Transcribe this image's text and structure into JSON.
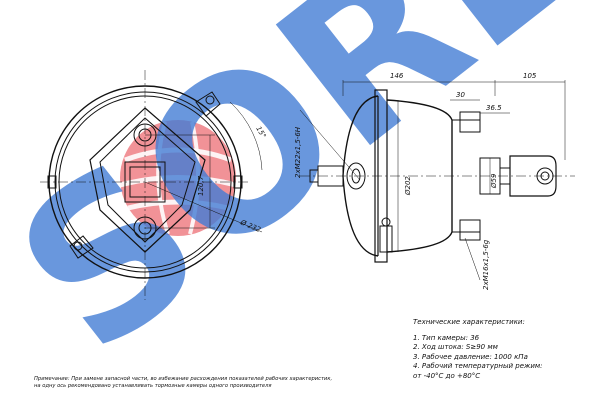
{
  "watermark": {
    "text": "SORL",
    "color": "#2f6fd0",
    "logo_color": "#e2232b"
  },
  "dimensions": {
    "overall_length": "146",
    "rod_length": "105",
    "offset_30": "30",
    "offset_36_5": "36.5",
    "thread_top": "2xM22x1,5-6H",
    "thread_bottom": "2xM16x1,5-6g",
    "bolt_spacing": "120,7",
    "diameter_body": "Ø 232",
    "diameter_202": "Ø202",
    "diameter_59": "Ø59",
    "angle": "15°"
  },
  "specs": {
    "title": "Технические характеристики:",
    "items": [
      "1. Тип камеры: 36",
      "2. Ход штока: S≥90 мм",
      "3. Рабочее давление: 1000 кПа",
      "4. Рабочий температурный режим:",
      "от -40°С до +80°С"
    ]
  },
  "note": {
    "line1": "Примечание: При замене запасной части, во избежание расхождения показателей рабочих характеристик,",
    "line2": "на одну ось рекомендовано устанавливать тормозные камеры одного производителя"
  }
}
